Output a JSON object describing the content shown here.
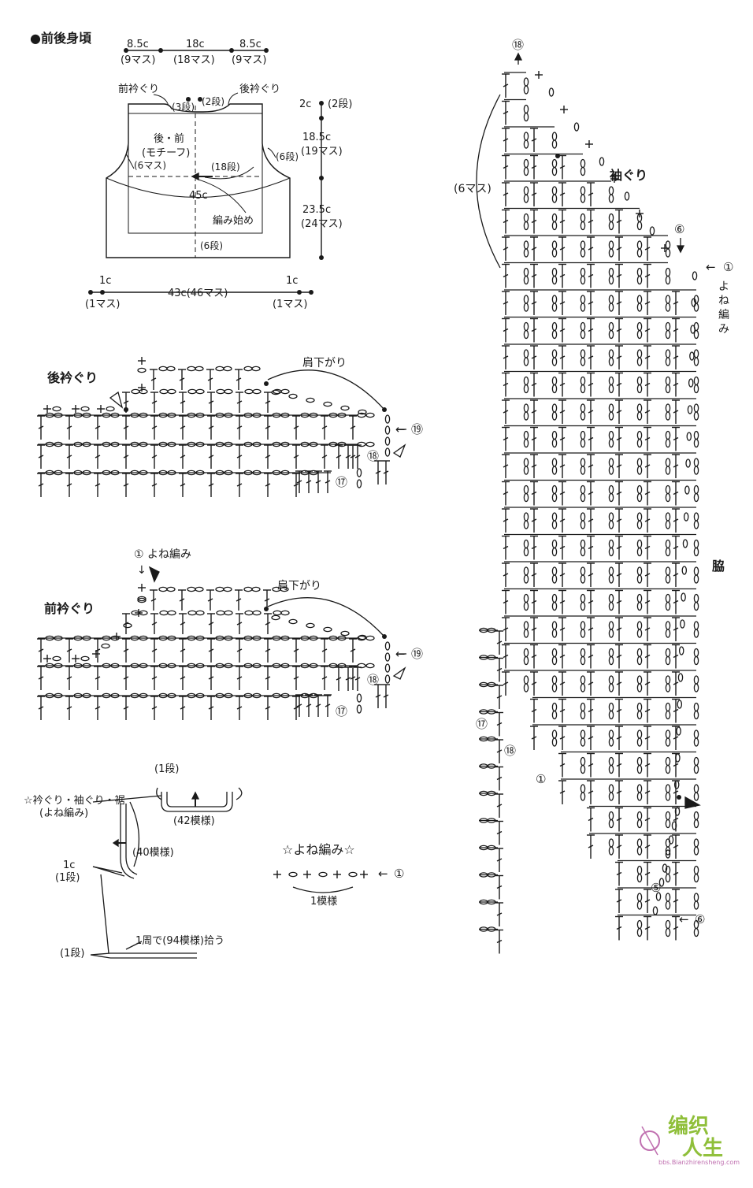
{
  "schematic": {
    "title": "●前後身頃",
    "top_widths": [
      "8.5c",
      "18c",
      "8.5c"
    ],
    "top_stitches": [
      "(9マス)",
      "(18マス)",
      "(9マス)"
    ],
    "front_neck": "前衿ぐり",
    "back_neck": "後衿ぐり",
    "neck_rows_3": "(3段)",
    "neck_rows_2": "(2段)",
    "body_label_1": "後・前",
    "body_label_2": "(モチーフ)",
    "left_armhole": "(6マス)",
    "right_armhole": "(6段)",
    "center_rows": "(18段)",
    "width_45": "45c",
    "start_label": "編み始め",
    "bottom_rows": "(6段)",
    "right_dims": [
      "2c",
      "(2段)",
      "18.5c",
      "(19マス)",
      "23.5c",
      "(24マス)"
    ],
    "bottom_dims": [
      "1c",
      "(1マス)",
      "43c(46マス)",
      "1c",
      "(1マス)"
    ]
  },
  "back_neck_chart": {
    "label": "後衿ぐり",
    "shoulder": "肩下がり",
    "row_markers": [
      "⑲",
      "⑱",
      "⑰"
    ],
    "arrow": "←"
  },
  "front_neck_chart": {
    "label": "前衿ぐり",
    "yone": "① よね編み",
    "shoulder": "肩下がり",
    "row_markers": [
      "⑲",
      "⑱",
      "⑰"
    ],
    "arrow": "←"
  },
  "edging": {
    "title_1": "☆衿ぐり・袖ぐり・裾",
    "title_2": "(よね編み)",
    "row_1": "(1段)",
    "repeat_42": "(42模様)",
    "repeat_40": "(40模様)",
    "width_1c": "1c",
    "row_1b": "(1段)",
    "pickup": "1周で(94模様)拾う",
    "row_1c": "(1段)"
  },
  "yone_legend": {
    "title": "☆よね編み☆",
    "marker": "①",
    "arrow": "←",
    "repeat": "1模様"
  },
  "side_chart": {
    "top_marker": "⑱",
    "stitches_6": "(6マス)",
    "armhole": "袖ぐり",
    "marker_6": "⑥",
    "marker_1": "①",
    "yone_vertical": [
      "よ",
      "ね",
      "編",
      "み"
    ],
    "side": "脇",
    "row_17": "⑰",
    "row_18": "⑱",
    "row_1": "①",
    "row_5": "⑤",
    "row_6": "⑥",
    "arrow": "←"
  },
  "watermark": {
    "line_1": "编织",
    "line_2": "人生",
    "url": "bbs.Bianzhirensheng.com"
  }
}
